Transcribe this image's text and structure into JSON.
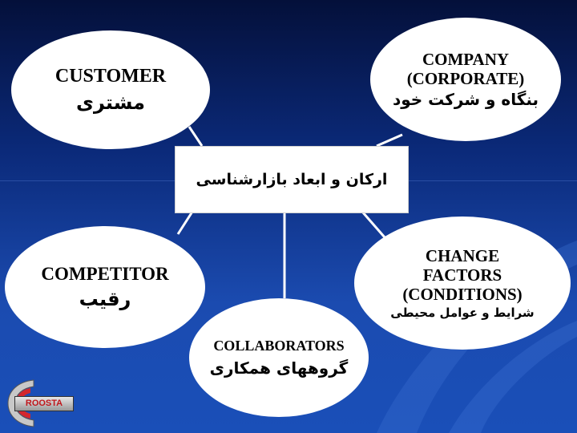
{
  "center": {
    "label": "ارکان و ابعاد بازارشناسی"
  },
  "nodes": {
    "customer": {
      "en": "CUSTOMER",
      "fa": "مشتری"
    },
    "company": {
      "en_line1": "COMPANY",
      "en_line2": "(CORPORATE)",
      "fa": "بنگاه و شرکت خود"
    },
    "competitor": {
      "en": "COMPETITOR",
      "fa": "رقیب"
    },
    "collaborators": {
      "en": "COLLABORATORS",
      "fa": "گروههای همکاری"
    },
    "change": {
      "en_line1": "CHANGE",
      "en_line2": "FACTORS",
      "en_line3": "(CONDITIONS)",
      "fa": "شرایط و عوامل محیطی"
    }
  },
  "logo": {
    "text": "ROOSTA"
  },
  "colors": {
    "background_top": "#04103a",
    "background_bottom": "#1a4fb8",
    "node_fill": "#ffffff",
    "logo_text": "#c0161b"
  }
}
